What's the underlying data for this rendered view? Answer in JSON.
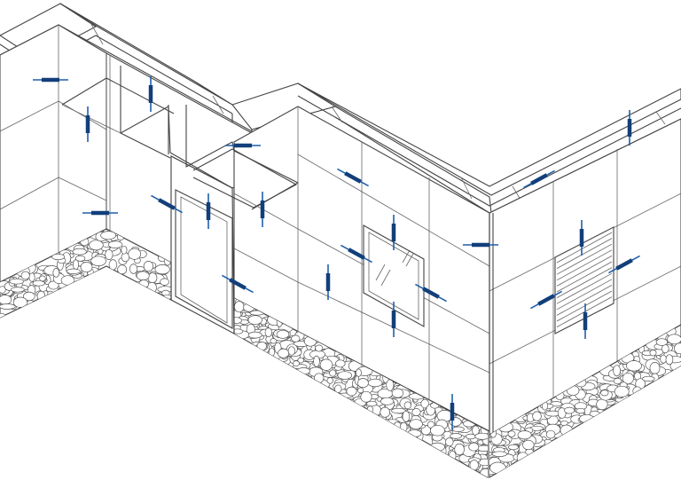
{
  "drawing": {
    "kind": "isometric building facade line drawing",
    "colors": {
      "line": "#444444",
      "paper": "#ffffff",
      "marker": "#1f5fa8",
      "marker_dark": "#123f7a"
    },
    "icons": [
      "dimension-marker"
    ],
    "elements": [
      "coping",
      "wall-panels",
      "door",
      "window",
      "louver-vent",
      "stone-plinth",
      "recessed-niches"
    ]
  }
}
